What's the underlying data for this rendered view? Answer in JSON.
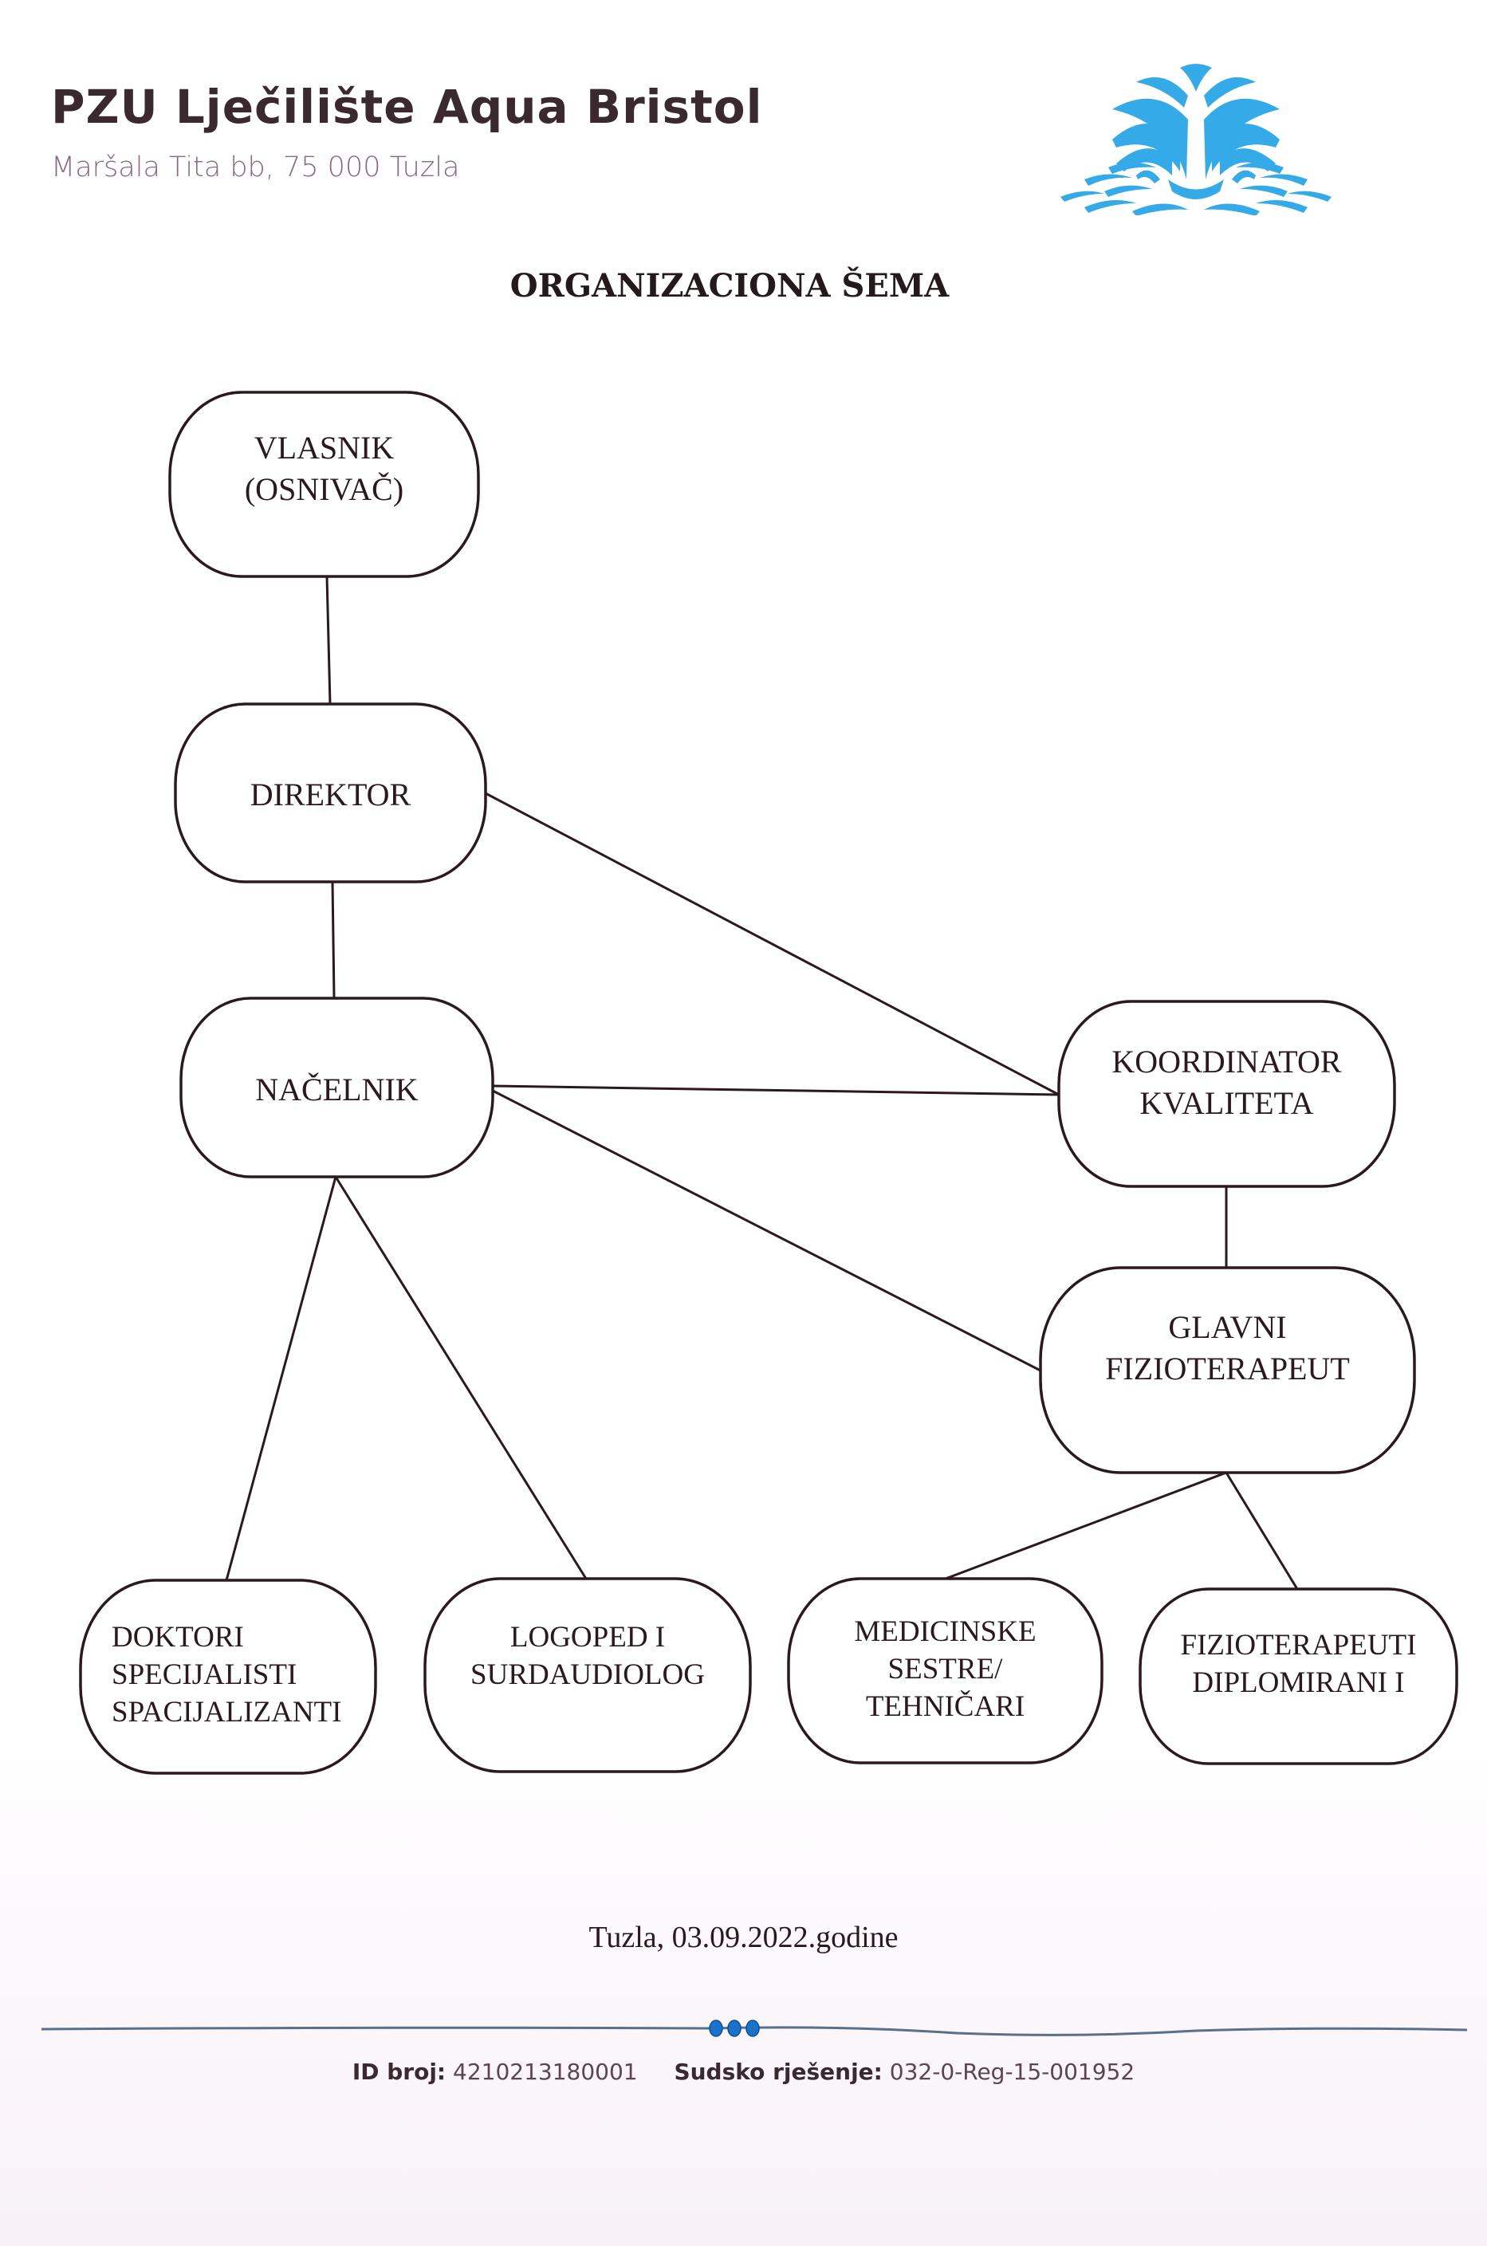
{
  "header": {
    "organization": "PZU Lječilište Aqua Bristol",
    "address": "Maršala Tita bb, 75 000 Tuzla",
    "logo_icon": "fountain-waves-logo-icon",
    "logo_color": "#2fa8e6"
  },
  "document": {
    "title": "ORGANIZACIONA ŠEMA",
    "date_line": "Tuzla, 03.09.2022.godine"
  },
  "org_chart": {
    "nodes": [
      {
        "id": "vlasnik",
        "lines": [
          "VLASNIK",
          "(OSNIVAČ)"
        ]
      },
      {
        "id": "direktor",
        "lines": [
          "DIREKTOR"
        ]
      },
      {
        "id": "nacelnik",
        "lines": [
          "NAČELNIK"
        ]
      },
      {
        "id": "koordinator",
        "lines": [
          "KOORDINATOR",
          "KVALITETA"
        ]
      },
      {
        "id": "glavni",
        "lines": [
          "GLAVNI",
          "FIZIOTERAPEUT"
        ]
      },
      {
        "id": "doktori",
        "lines": [
          "DOKTORI",
          "SPECIJALISTI",
          "SPACIJALIZANTI"
        ]
      },
      {
        "id": "logoped",
        "lines": [
          "LOGOPED I",
          "SURDAUDIOLOG"
        ]
      },
      {
        "id": "medicinske",
        "lines": [
          "MEDICINSKE",
          "SESTRE/",
          "TEHNIČARI"
        ]
      },
      {
        "id": "fizioterapeuti",
        "lines": [
          "FIZIOTERAPEUTI",
          "DIPLOMIRANI I"
        ]
      }
    ],
    "edges": [
      [
        "vlasnik",
        "direktor"
      ],
      [
        "direktor",
        "nacelnik"
      ],
      [
        "direktor",
        "koordinator"
      ],
      [
        "nacelnik",
        "koordinator"
      ],
      [
        "nacelnik",
        "glavni"
      ],
      [
        "nacelnik",
        "doktori"
      ],
      [
        "nacelnik",
        "logoped"
      ],
      [
        "koordinator",
        "glavni"
      ],
      [
        "glavni",
        "medicinske"
      ],
      [
        "glavni",
        "fizioterapeuti"
      ]
    ]
  },
  "footer": {
    "id_label": "ID broj:",
    "id_value": "4210213180001",
    "court_label": "Sudsko rješenje:",
    "court_value": "032-0-Reg-15-001952",
    "divider_dots": 3,
    "accent_color": "#1a73c8",
    "line_color": "#5a7088"
  }
}
